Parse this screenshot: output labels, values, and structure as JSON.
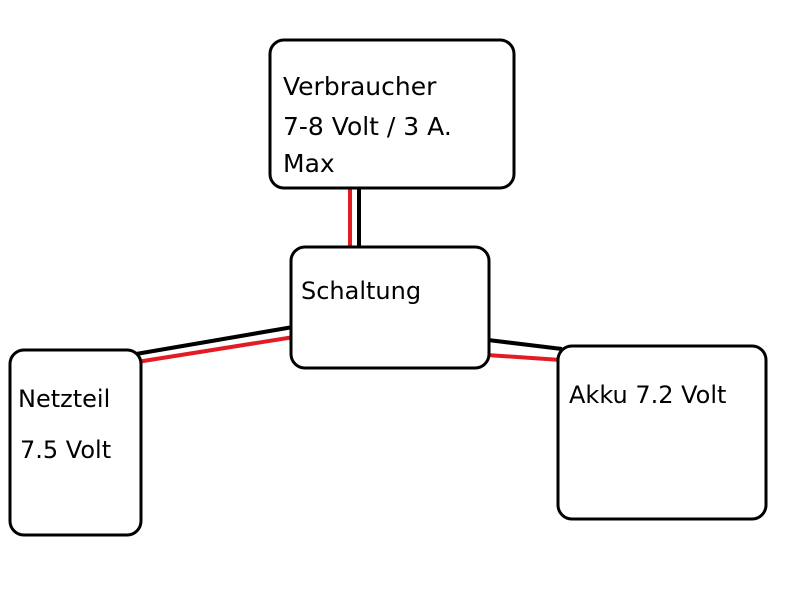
{
  "diagram": {
    "boxes": {
      "verbraucher": {
        "lines": [
          "Verbraucher",
          "7-8 Volt / 3 A.",
          "Max"
        ]
      },
      "schaltung": {
        "lines": [
          "Schaltung"
        ]
      },
      "netzteil": {
        "lines": [
          "Netzteil",
          "7.5 Volt"
        ]
      },
      "akku": {
        "lines": [
          "Akku 7.2 Volt"
        ]
      }
    },
    "wires": {
      "negative_color": "#000000",
      "positive_color": "#e31b23"
    }
  }
}
